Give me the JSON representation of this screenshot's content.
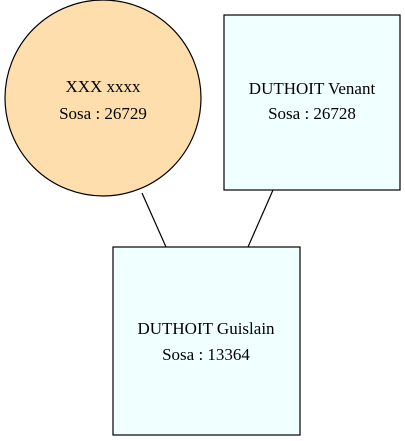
{
  "nodes": {
    "mother": {
      "name": "XXX xxxx",
      "sosa": "Sosa : 26729",
      "shape": "circle",
      "fill": "#ffdead"
    },
    "father": {
      "name": "DUTHOIT Venant",
      "sosa": "Sosa : 26728",
      "shape": "box",
      "fill": "#f0ffff"
    },
    "child": {
      "name": "DUTHOIT Guislain",
      "sosa": "Sosa : 13364",
      "shape": "box",
      "fill": "#f0ffff"
    }
  },
  "edges": [
    {
      "from": "mother",
      "to": "child"
    },
    {
      "from": "father",
      "to": "child"
    }
  ]
}
